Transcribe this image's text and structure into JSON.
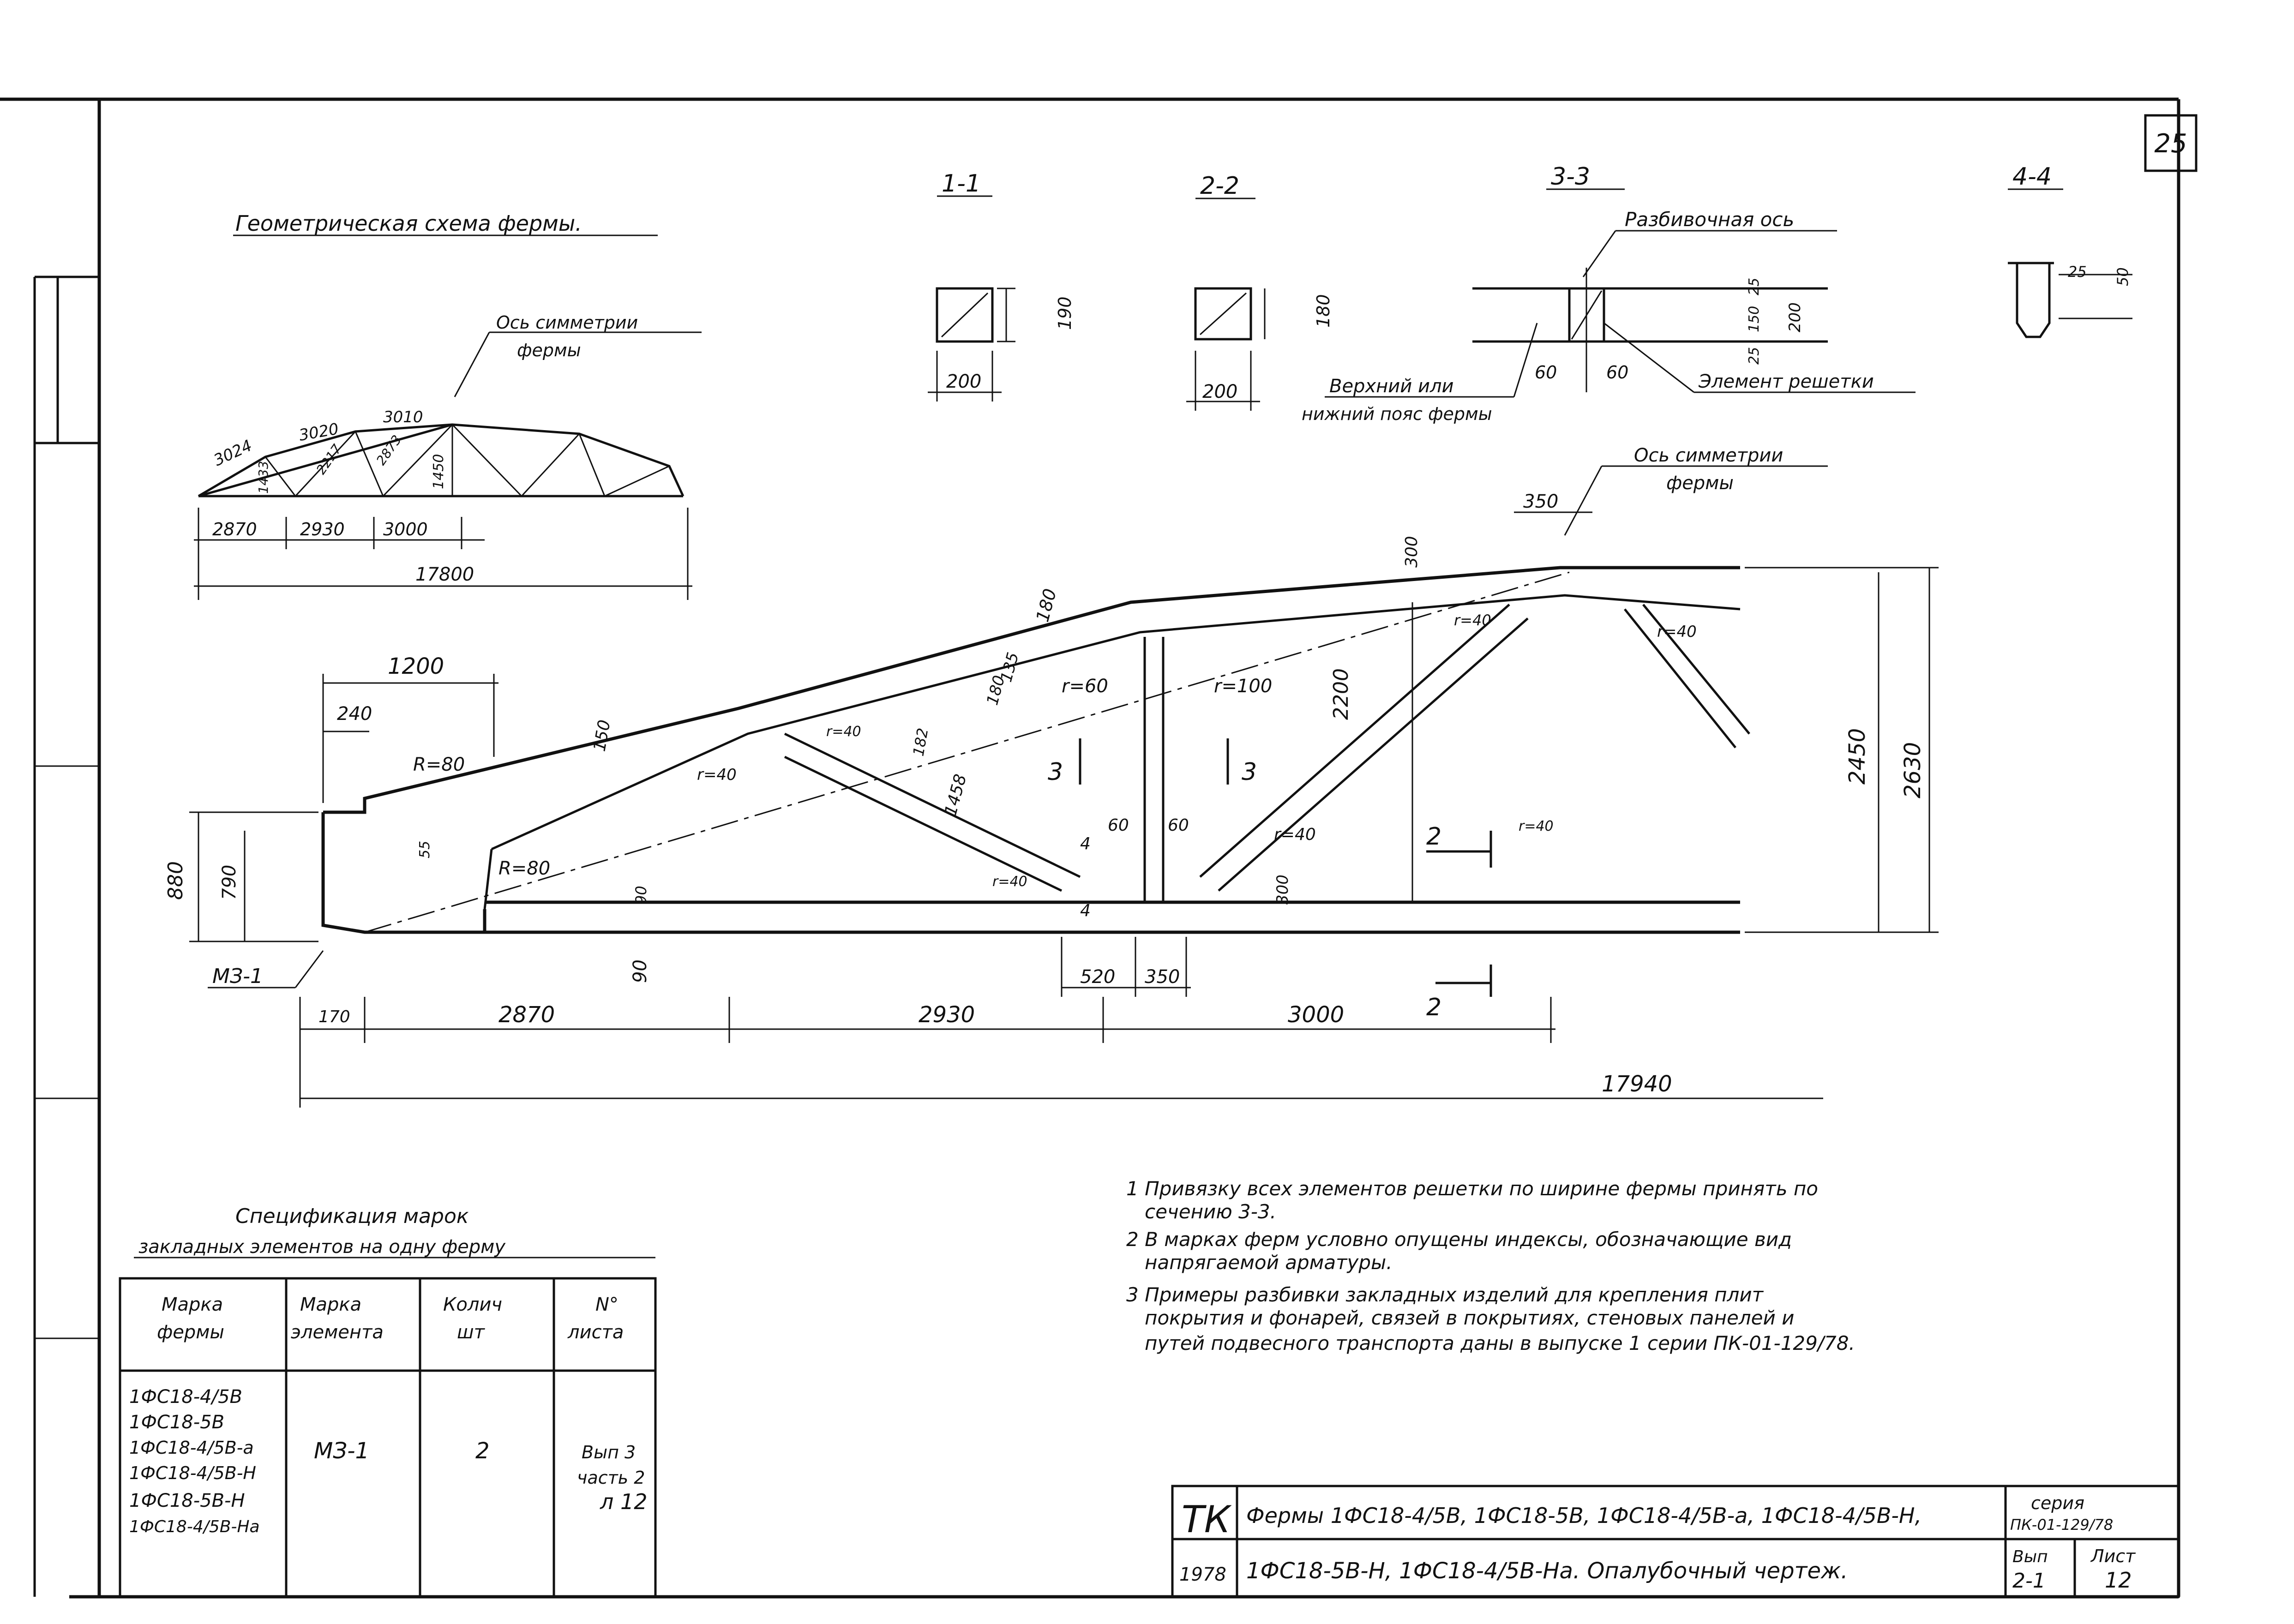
{
  "sheet_page_number": "25",
  "geometry_scheme": {
    "title": "Геометрическая схема фермы.",
    "symmetry_axis": [
      "Ось симметрии",
      "фермы"
    ],
    "dims_top": [
      "3024",
      "3020",
      "3010"
    ],
    "dims_inner": [
      "1433",
      "2217",
      "2873",
      "1450"
    ],
    "dims_bottom": [
      "2870",
      "2930",
      "3000"
    ],
    "total_span": "17800"
  },
  "sections": {
    "s1": {
      "label": "1-1",
      "width": "200",
      "height": "190"
    },
    "s2": {
      "label": "2-2",
      "width": "200",
      "height": "180"
    },
    "s3": {
      "label": "3-3",
      "layout_axis": "Разбивочная ось",
      "dims": [
        "25",
        "150",
        "25",
        "200",
        "60",
        "60"
      ],
      "chord_label": [
        "Верхний или",
        "нижний пояс фермы"
      ],
      "lattice_label": "Элемент решетки"
    },
    "s4": {
      "label": "4-4",
      "dims": [
        "25",
        "50"
      ]
    }
  },
  "elevation": {
    "symmetry_axis": [
      "Ось симметрии",
      "фермы"
    ],
    "dims_left": [
      "1200",
      "240",
      "R=80",
      "880",
      "790",
      "55",
      "R=80",
      "90",
      "90"
    ],
    "dims_top": [
      "350",
      "300",
      "180",
      "135",
      "180",
      "150",
      "182",
      "1458"
    ],
    "radii": [
      "r=60",
      "r=100",
      "r=40",
      "r=40",
      "r=40",
      "r=40",
      "r=40",
      "r=40",
      "r=40"
    ],
    "dims_mid": [
      "60",
      "60",
      "4",
      "4",
      "300",
      "520",
      "350"
    ],
    "heights": [
      "2200",
      "2450",
      "2630"
    ],
    "section_marks": [
      "3",
      "3",
      "2",
      "2"
    ],
    "embedded_mark": "МЗ-1",
    "dims_bottom": [
      "170",
      "2870",
      "2930",
      "3000"
    ],
    "total_length": "17940"
  },
  "spec_table": {
    "title": [
      "Спецификация марок",
      "закладных элементов на одну ферму"
    ],
    "headers": [
      [
        "Марка",
        "фермы"
      ],
      [
        "Марка",
        "элемента"
      ],
      [
        "Колич",
        "шт"
      ],
      [
        "N°",
        "листа"
      ]
    ],
    "truss_marks": [
      "1ФС18-4/5В",
      "1ФС18-5В",
      "1ФС18-4/5В-а",
      "1ФС18-4/5В-Н",
      "1ФС18-5В-Н",
      "1ФС18-4/5В-На"
    ],
    "element_mark": "МЗ-1",
    "quantity": "2",
    "sheet_ref": [
      "Вып 3",
      "часть 2",
      "л 12"
    ]
  },
  "notes": [
    "1 Привязку всех элементов решетки по ширине фермы принять по",
    "сечению 3-3.",
    "2 В марках ферм условно опущены индексы, обозначающие вид",
    "напрягаемой арматуры.",
    "3 Примеры разбивки закладных изделий для крепления плит",
    "покрытия и фонарей, связей в покрытиях, стеновых панелей и",
    "путей подвесного транспорта даны в выпуске 1 серии ПК-01-129/78."
  ],
  "title_block": {
    "org": "ТК",
    "year": "1978",
    "title_line1": "Фермы 1ФС18-4/5В, 1ФС18-5В, 1ФС18-4/5В-а, 1ФС18-4/5В-Н,",
    "title_line2": "1ФС18-5В-Н, 1ФС18-4/5В-На. Опалубочный чертеж.",
    "series_label": "серия",
    "series_value": "ПК-01-129/78",
    "issue_label": "Вып",
    "issue_value": "2-1",
    "sheet_label": "Лист",
    "sheet_value": "12"
  }
}
